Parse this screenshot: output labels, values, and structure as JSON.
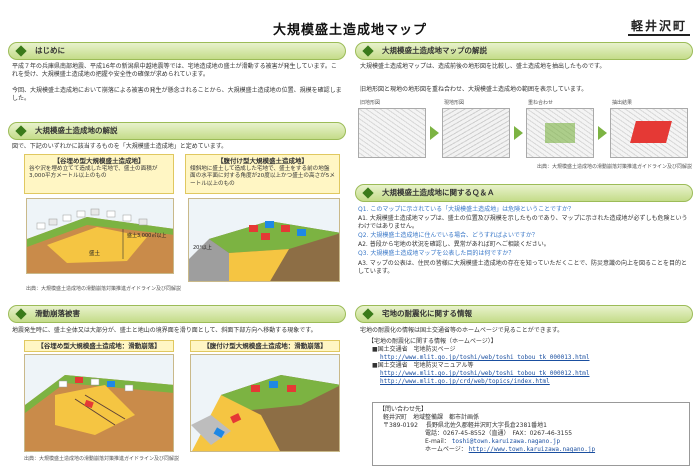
{
  "header": {
    "title": "大規模盛土造成地マップ",
    "logo": "軽井沢町"
  },
  "sec1": {
    "heading": "はじめに",
    "para1": "平成７年の兵庫県南部地震、平成16年の新潟県中越地震等では、宅地造成地の盛土が滑動する被害が発生しています。これを受け、大規模盛土造成地の把握や安全性の確保が求められています。",
    "para2": "今回、大規模盛土造成地において崩落による被害の発生が懸念されることから、大規模盛土造成地の位置、規模を確認しました。"
  },
  "sec2": {
    "heading": "大規模盛土造成地の解説",
    "intro": "図で、下記のいずれかに該当するものを「大規模盛土造成地」と定めています。",
    "type1_title": "【谷埋め型大規模盛土造成地】",
    "type1_text": "谷や沢を埋め立てて造成した宅地で、盛土の面積が3,000平方メートル以上のもの",
    "type1_label": "盛土3,000㎡以上",
    "type1_fill": "盛土",
    "type2_title": "【腹付け型大規模盛土造成地】",
    "type2_text": "傾斜地に盛土して造成した宅地で、盛土をする前の地盤面の水平面に対する角度が20度以上かつ盛土の高さが5メートル以上のもの",
    "type2_label": "20°以上",
    "caption": "出典：大規模盛土造成地の滑動崩落対策推進ガイドライン及び同解説"
  },
  "sec3": {
    "heading": "滑動崩落被害",
    "intro": "地震発生時に、盛土全体又は大部分が、盛土と地山の境界面を滑り面として、斜面下部方向へ移動する現象です。",
    "fig1_title": "【谷埋め型大規模盛土造成地：滑動崩落】",
    "fig2_title": "【腹付け型大規模盛土造成地：滑動崩落】",
    "caption": "出典：大規模盛土造成地の滑動崩落対策推進ガイドライン及び同解説"
  },
  "sec4": {
    "heading": "大規模盛土造成地マップの解説",
    "para": "大規模盛土造成地マップは、造成前後の地形図を比較し、盛土造成地を抽出したものです。",
    "para2": "旧地形図と現地の地形図を重ね合わせ、大規模盛土造成地の範囲を表示しています。",
    "step1": "旧地形図",
    "step2": "現地形図",
    "step3": "重ね合わせ",
    "step4": "抽出結果",
    "caption": "出典：大規模盛土造成地の滑動崩落対策推進ガイドライン及び同解説"
  },
  "sec5": {
    "heading": "大規模盛土造成地に関するＱ＆Ａ",
    "q1": "Q1. このマップに示されている「大規模盛土造成地」は危険ということですか？",
    "a1": "A1. 大規模盛土造成地マップは、盛土の位置及び規模を示したものであり、マップに示された造成地が必ずしも危険というわけではありません。",
    "q2": "Q2. 大規模盛土造成地に住んでいる場合、どうすればよいですか？",
    "a2": "A2. 普段から宅地の状況を確認し、異常があれば町へご相談ください。",
    "q3": "Q3. 大規模盛土造成地マップを公表した目的は何ですか？",
    "a3": "A3. マップの公表は、住民の皆様に大規模盛土造成地の存在を知っていただくことで、防災意識の向上を図ることを目的としています。"
  },
  "sec6": {
    "heading": "宅地の耐震化に関する情報",
    "intro": "宅地の耐震化の情報は国土交通省等のホームページで見ることができます。",
    "links_title": "【宅地の耐震化に関する情報（ホームページ）】",
    "link1_name": "■国土交通省　宅地防災ページ",
    "link1_url": "http://www.mlit.go.jp/toshi/web/toshi_tobou_tk_000013.html",
    "link2_name": "■国土交通省　宅地防災マニュアル等",
    "link2_url": "http://www.mlit.go.jp/toshi/web/toshi_tobou_tk_000012.html",
    "link3_url": "http://www.mlit.go.jp/crd/web/topics/index.html"
  },
  "contact": {
    "title": "【問い合わせ先】",
    "org": "軽井沢町　地域整備課　都市計画係",
    "postal": "〒389-0192",
    "address": "長野県北佐久郡軽井沢町大字長倉2381番地1",
    "tel": "電話：0267-45-8552（直通）　FAX：0267-46-3155",
    "email_label": "E-mail：",
    "email": "toshi@town.karuizawa.nagano.jp",
    "web_label": "ホームページ：",
    "web": "http://www.town.karuizawa.nagano.jp"
  },
  "colors": {
    "accent_green": "#3a7a1a",
    "header_gradient": "#c4dc8a",
    "question_blue": "#3a78c8",
    "map_red": "#e53935"
  }
}
